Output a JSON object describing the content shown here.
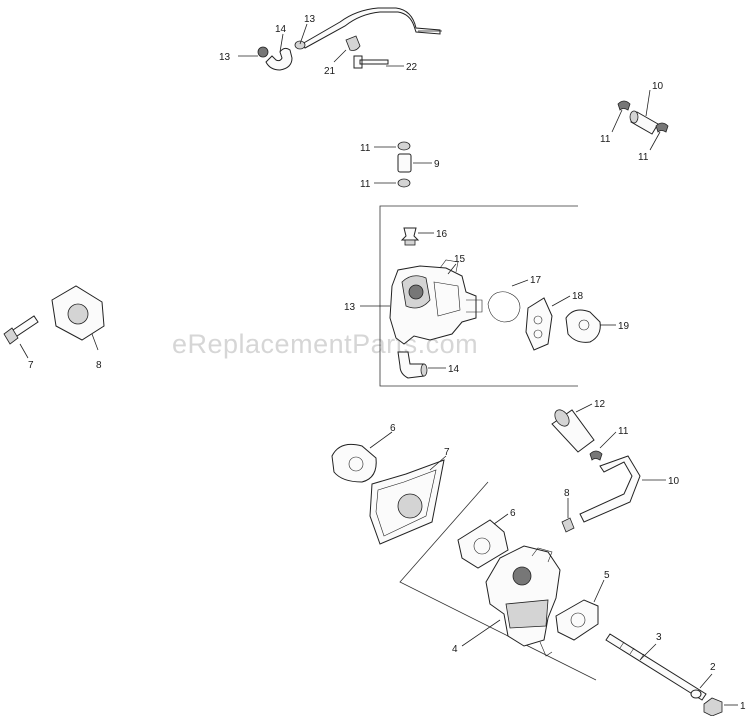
{
  "watermark": "eReplacementParts.com",
  "callouts": {
    "c13a": "13",
    "c14a": "14",
    "c13b": "13",
    "c21": "21",
    "c22": "22",
    "c10a": "10",
    "c11a": "11",
    "c11b": "11",
    "c11c": "11",
    "c9": "9",
    "c11d": "11",
    "c16": "16",
    "c15": "15",
    "c17": "17",
    "c18": "18",
    "c13c": "13",
    "c19": "19",
    "c14b": "14",
    "c7a": "7",
    "c8a": "8",
    "c12": "12",
    "c6a": "6",
    "c11e": "11",
    "c7b": "7",
    "c10b": "10",
    "c8b": "8",
    "c6b": "6",
    "c5": "5",
    "c4": "4",
    "c3": "3",
    "c2": "2",
    "c1": "1"
  }
}
